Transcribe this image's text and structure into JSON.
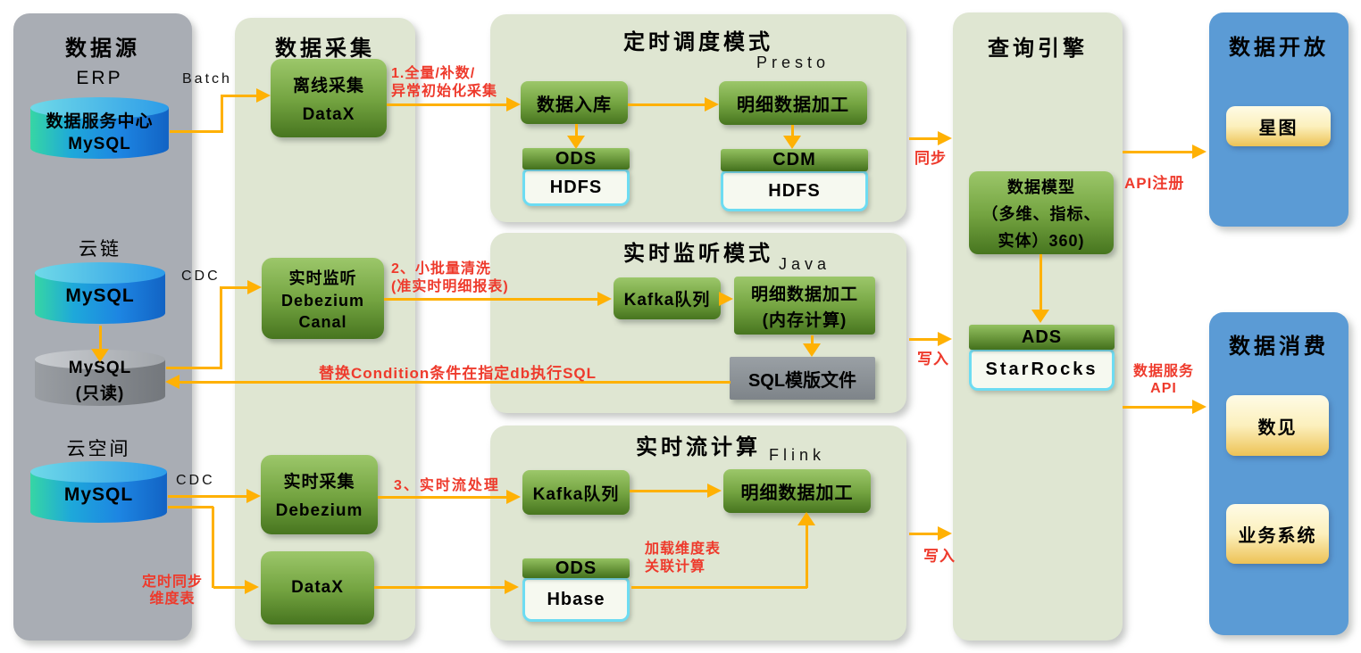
{
  "colors": {
    "arrow": "#ffb103",
    "red": "#ee3a2c",
    "panel_green": "#dfe6d2",
    "panel_gray": "#a9adb4",
    "panel_blue": "#5b9bd5",
    "cyan_border": "#6ddcf2"
  },
  "source": {
    "title": "数据源",
    "erp_label": "ERP",
    "erp_cyl": [
      "数据服务中心",
      "MySQL"
    ],
    "yunlian_label": "云链",
    "yunlian_cyl": [
      "MySQL"
    ],
    "readonly_cyl": [
      "MySQL",
      "(只读)"
    ],
    "yunspace_label": "云空间",
    "yunspace_cyl": [
      "MySQL"
    ]
  },
  "collect": {
    "title": "数据采集",
    "offline": [
      "离线采集",
      "DataX"
    ],
    "listen": [
      "实时监听",
      "Debezium",
      "Canal"
    ],
    "realtime": [
      "实时采集",
      "Debezium"
    ],
    "datax": "DataX"
  },
  "batch_mode": {
    "title": "定时调度模式",
    "engine": "Presto",
    "ingest": "数据入库",
    "process": "明细数据加工",
    "ods": "ODS",
    "ods_store": "HDFS",
    "cdm": "CDM",
    "cdm_store": "HDFS"
  },
  "listen_mode": {
    "title": "实时监听模式",
    "engine": "Java",
    "kafka": "Kafka队列",
    "process": [
      "明细数据加工",
      "(内存计算)"
    ],
    "sql_file": "SQL模版文件"
  },
  "stream_mode": {
    "title": "实时流计算",
    "engine": "Flink",
    "kafka": "Kafka队列",
    "process": "明细数据加工",
    "ods": "ODS",
    "ods_store": "Hbase"
  },
  "query": {
    "title": "查询引擎",
    "model": [
      "数据模型",
      "（多维、指标、",
      "实体）360)"
    ],
    "ads": "ADS",
    "ads_store": "StarRocks"
  },
  "open": {
    "title": "数据开放",
    "item": "星图"
  },
  "consume": {
    "title": "数据消费",
    "items": [
      "数见",
      "业务系统"
    ]
  },
  "flow_labels": {
    "batch": "Batch",
    "cdc_1": "CDC",
    "cdc_2": "CDC",
    "sync": "同步",
    "write_1": "写入",
    "write_2": "写入",
    "api_register": "API注册",
    "data_service": [
      "数据服务",
      "API"
    ]
  },
  "annotations": {
    "full_sync": [
      "1.全量/补数/",
      "异常初始化采集"
    ],
    "small_batch": [
      "2、小批量清洗",
      "(准实时明细报表)"
    ],
    "replace_condition": "替换Condition条件在指定db执行SQL",
    "stream_process": "3、实时流处理",
    "load_dim": [
      "加载维度表",
      "关联计算"
    ],
    "timed_sync": [
      "定时同步",
      "维度表"
    ]
  }
}
